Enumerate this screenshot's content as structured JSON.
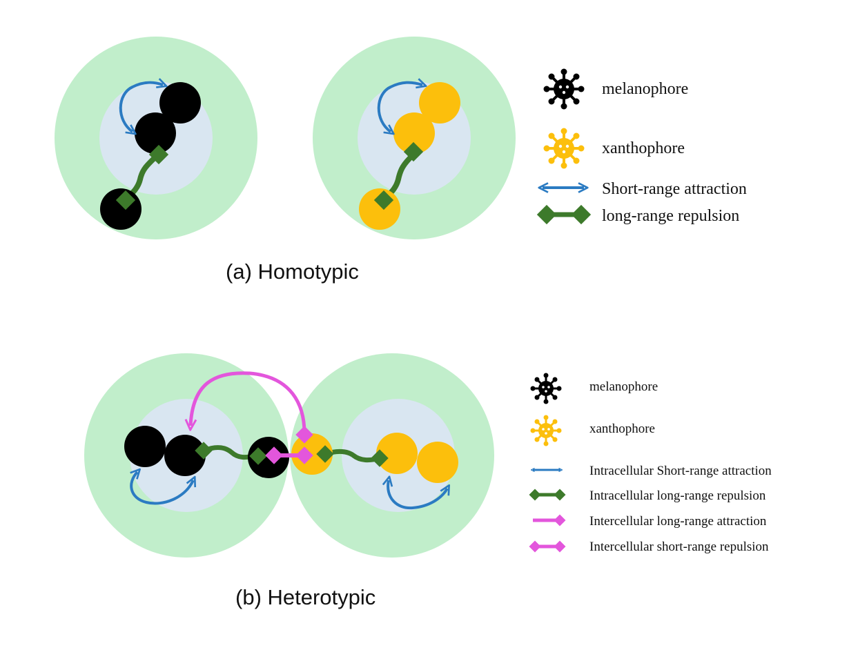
{
  "panels": {
    "a": {
      "caption": "(a) Homotypic"
    },
    "b": {
      "caption": "(b) Heterotypic"
    }
  },
  "legend_a": {
    "melanophore": "melanophore",
    "xanthophore": "xanthophore",
    "short_attraction": "Short-range attraction",
    "long_repulsion": "long-range repulsion"
  },
  "legend_b": {
    "melanophore": "melanophore",
    "xanthophore": "xanthophore",
    "intra_short_attraction": "Intracellular Short-range attraction",
    "intra_long_repulsion": "Intracellular long-range repulsion",
    "inter_long_attraction": "Intercellular long-range attraction",
    "inter_short_repulsion": "Intercellular short-range repulsion"
  },
  "colors": {
    "outer_zone": "#c1eecb",
    "inner_zone": "#d9e6f1",
    "melanophore": "#000000",
    "xanthophore": "#fcbf0c",
    "attraction_arrow": "#2b7bc2",
    "repulsion_link": "#3d7a2b",
    "intercellular": "#e356dc"
  }
}
